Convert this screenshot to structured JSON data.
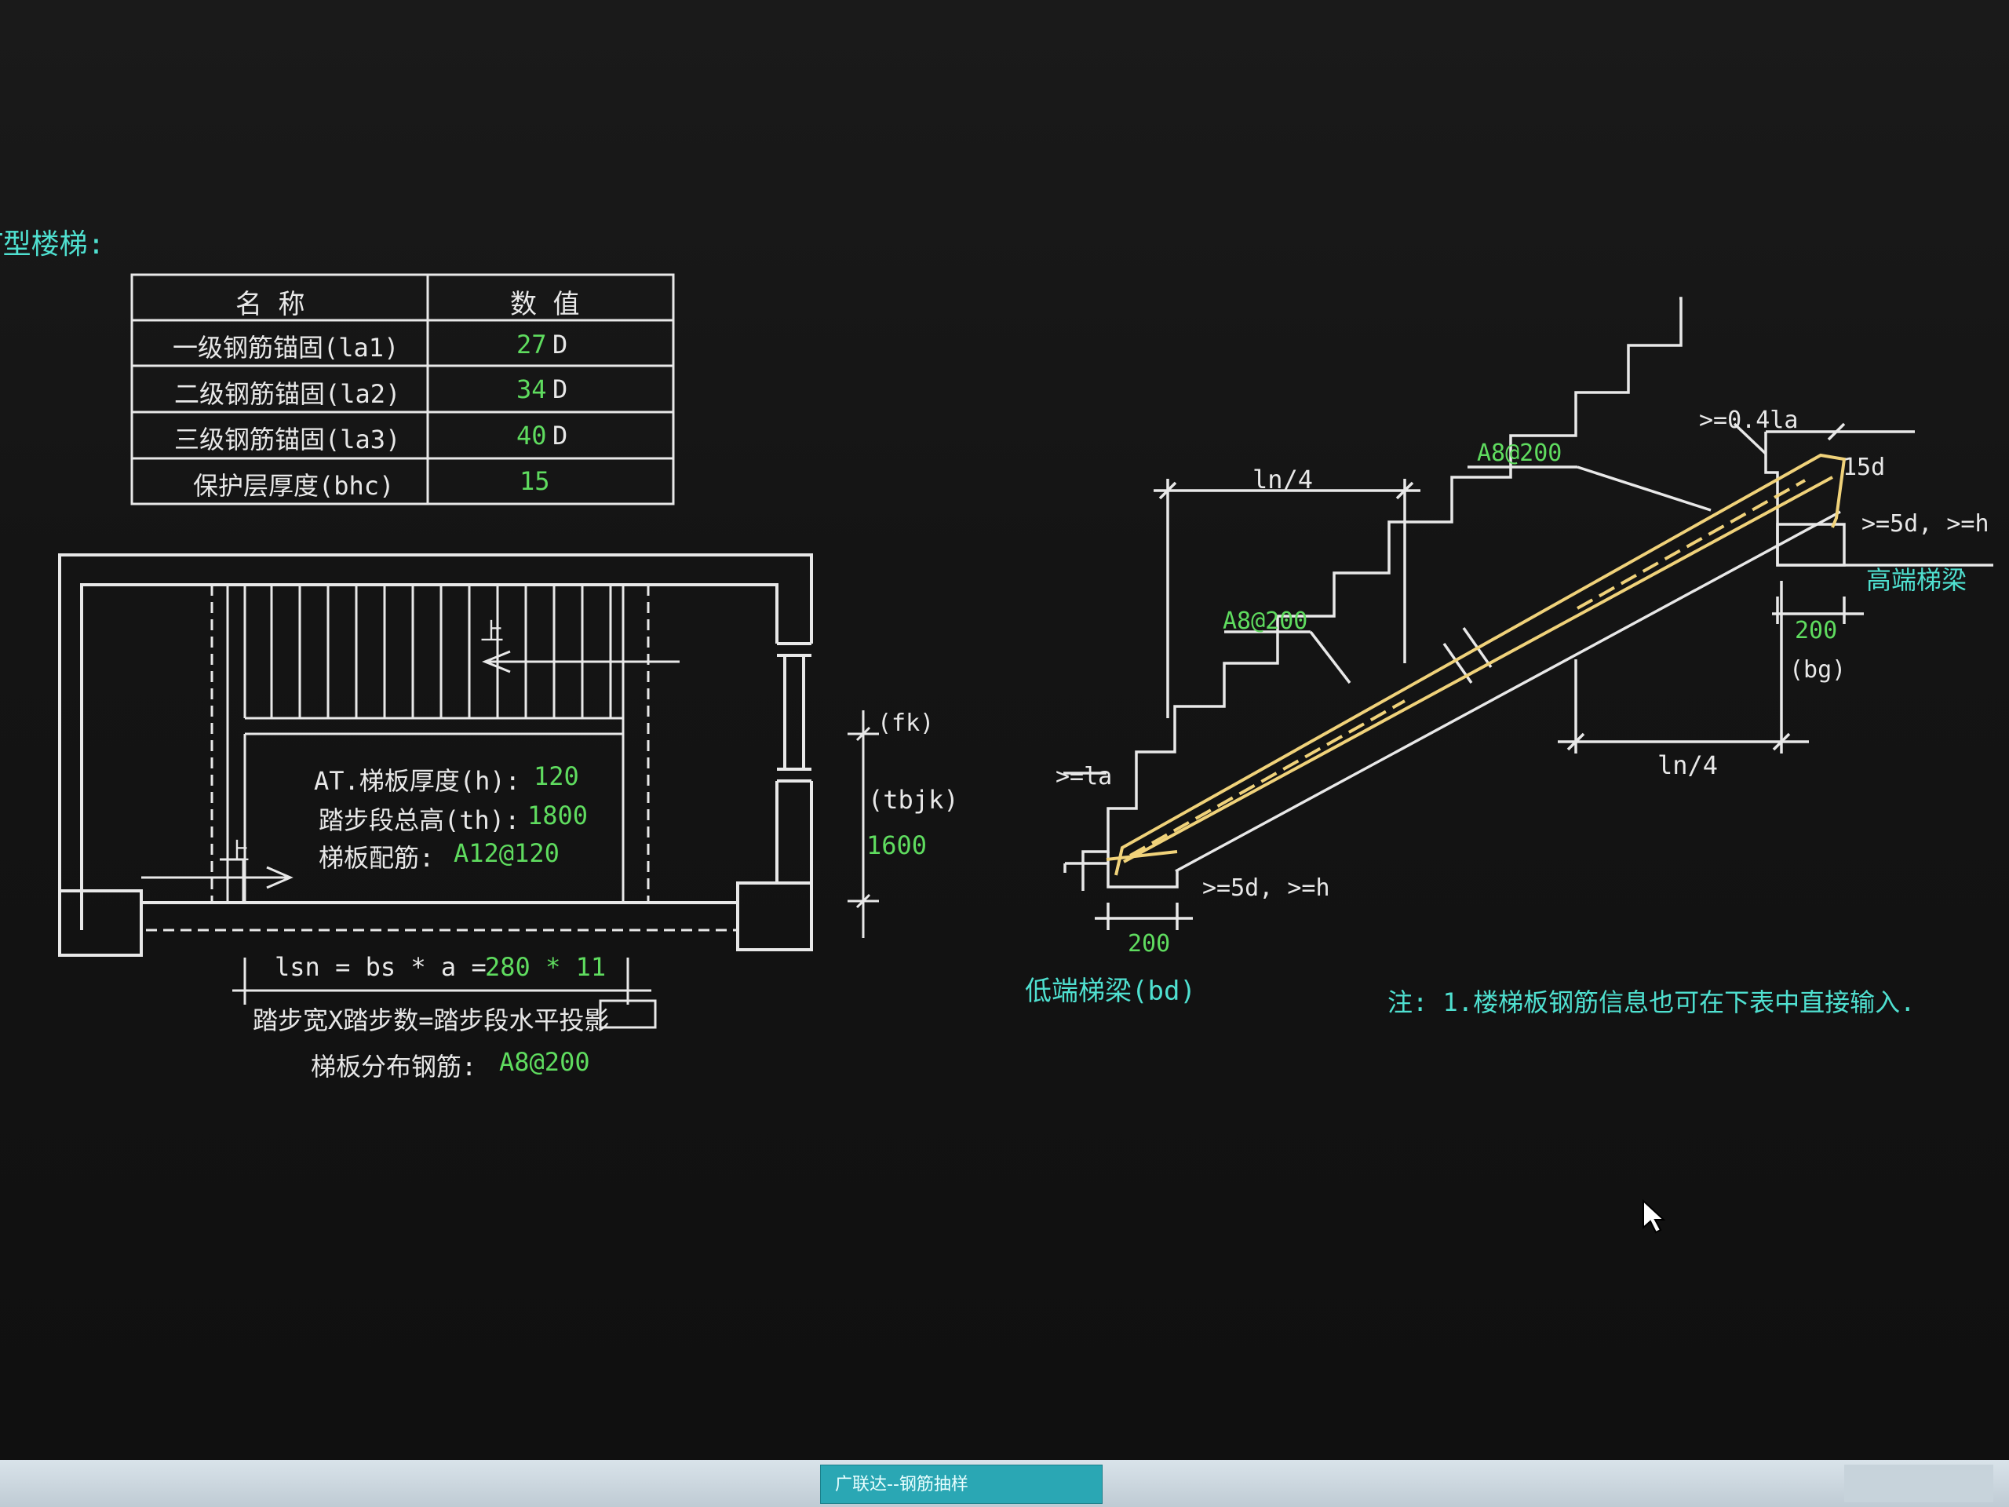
{
  "heading": "T型楼梯:",
  "table": {
    "headers": [
      "名  称",
      "数  值"
    ],
    "rows": [
      {
        "name": "一级钢筋锚固(la1)",
        "value": "27",
        "unit": "D"
      },
      {
        "name": "二级钢筋锚固(la2)",
        "value": "34",
        "unit": "D"
      },
      {
        "name": "三级钢筋锚固(la3)",
        "value": "40",
        "unit": "D"
      },
      {
        "name": "保护层厚度(bhc)",
        "value": "15",
        "unit": ""
      }
    ]
  },
  "plan": {
    "up1": "上",
    "up2": "上",
    "thickness_label": "AT.梯板厚度(h):",
    "thickness_value": "120",
    "total_height_label": "踏步段总高(th):",
    "total_height_value": "1800",
    "rebar_label": "梯板配筋:",
    "rebar_value": "A12@120",
    "fk": "(fk)",
    "tbjk": "(tbjk)",
    "width_value": "1600",
    "lsn_formula_prefix": "lsn = bs * a = ",
    "lsn_formula_value": "280 * 11",
    "formula_desc": "踏步宽X踏步数=踏步段水平投影",
    "dist_label": "梯板分布钢筋:",
    "dist_value": "A8@200"
  },
  "section": {
    "ln4_top": "ln/4",
    "ln4_bottom": "ln/4",
    "rebar_top": "A8@200",
    "rebar_mid": "A8@200",
    "anchor_top": ">=0.4la",
    "d15": "15d",
    "hook_top": ">=5d, >=h",
    "high_beam": "高端梯梁",
    "high_beam_width": "200",
    "bg": "(bg)",
    "la_low": ">=la",
    "hook_low": ">=5d, >=h",
    "low_beam_width": "200",
    "low_beam": "低端梯梁(bd)"
  },
  "note": "注: 1.楼梯板钢筋信息也可在下表中直接输入.",
  "taskbar": {
    "active_window": "广联达--钢筋抽样"
  },
  "colors": {
    "background": "#121212",
    "line": "#e8e8e8",
    "value_green": "#5fdc5f",
    "note_cyan": "#4fe0d0",
    "rebar_yellow": "#f0d27a"
  }
}
